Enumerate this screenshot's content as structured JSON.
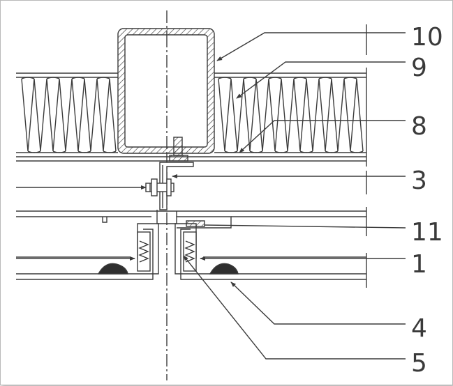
{
  "diagram": {
    "callouts": [
      {
        "id": "10",
        "label": "10"
      },
      {
        "id": "9",
        "label": "9"
      },
      {
        "id": "8",
        "label": "8"
      },
      {
        "id": "3",
        "label": "3"
      },
      {
        "id": "11",
        "label": "11"
      },
      {
        "id": "1",
        "label": "1"
      },
      {
        "id": "4",
        "label": "4"
      },
      {
        "id": "5",
        "label": "5"
      }
    ],
    "colors": {
      "line": "#3b3b3b",
      "background": "#ffffff",
      "gasket": "#2f2f2f"
    }
  }
}
